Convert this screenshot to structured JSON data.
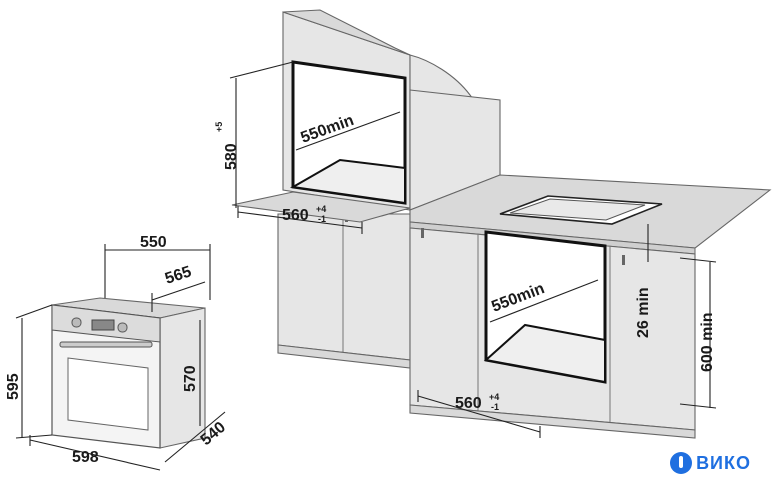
{
  "oven": {
    "width": "550",
    "depth_top": "565",
    "height_body": "595",
    "height_front": "570",
    "width_front": "598",
    "depth_side": "540"
  },
  "tall_cabinet": {
    "niche_width": "550min",
    "niche_height": "580",
    "niche_height_tol": "+5",
    "niche_depth": "560",
    "niche_depth_tol_plus": "+4",
    "niche_depth_tol_minus": "-1"
  },
  "under_counter": {
    "niche_width": "550min",
    "gap_top": "26 min",
    "niche_height": "600 min",
    "niche_depth": "560",
    "niche_depth_tol_plus": "+4",
    "niche_depth_tol_minus": "-1"
  },
  "brand": {
    "name": "ВИКО",
    "icon": "power-icon",
    "color": "#1f6fe0"
  }
}
